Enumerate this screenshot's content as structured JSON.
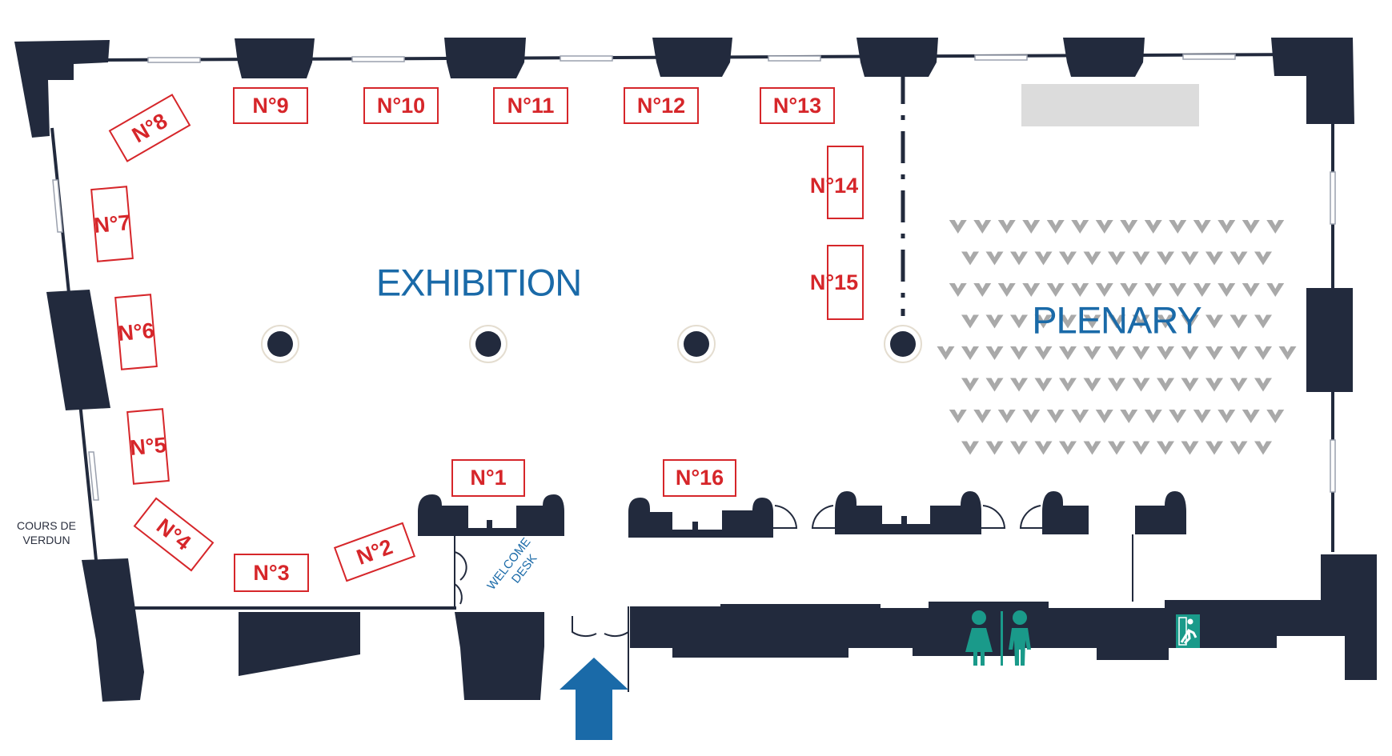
{
  "zones": {
    "exhibition": "EXHIBITION",
    "plenary": "PLENARY"
  },
  "street_label": [
    "COURS DE",
    "VERDUN"
  ],
  "welcome_desk": [
    "WELCOME",
    "DESK"
  ],
  "booths": [
    {
      "id": "booth-1",
      "label": "N°1"
    },
    {
      "id": "booth-2",
      "label": "N°2"
    },
    {
      "id": "booth-3",
      "label": "N°3"
    },
    {
      "id": "booth-4",
      "label": "N°4"
    },
    {
      "id": "booth-5",
      "label": "N°5"
    },
    {
      "id": "booth-6",
      "label": "N°6"
    },
    {
      "id": "booth-7",
      "label": "N°7"
    },
    {
      "id": "booth-8",
      "label": "N°8"
    },
    {
      "id": "booth-9",
      "label": "N°9"
    },
    {
      "id": "booth-10",
      "label": "N°10"
    },
    {
      "id": "booth-11",
      "label": "N°11"
    },
    {
      "id": "booth-12",
      "label": "N°12"
    },
    {
      "id": "booth-13",
      "label": "N°13"
    },
    {
      "id": "booth-14",
      "label": "N°14"
    },
    {
      "id": "booth-15",
      "label": "N°15"
    },
    {
      "id": "booth-16",
      "label": "N°16"
    }
  ],
  "icons": {
    "entrance": "entrance-arrow-icon",
    "restroom": "restroom-icon",
    "exit": "emergency-exit-icon"
  },
  "colors": {
    "wall": "#222a3d",
    "booth": "#d6262a",
    "zone_label": "#1a6aa8",
    "seat": "#a9a9a9",
    "entrance_arrow": "#1a6aa8",
    "restroom_icon": "#1a9a8a",
    "exit_sign": "#1a9a8a"
  },
  "plenary_seating_rows": [
    14,
    13,
    14,
    13,
    15,
    13,
    14,
    13
  ]
}
